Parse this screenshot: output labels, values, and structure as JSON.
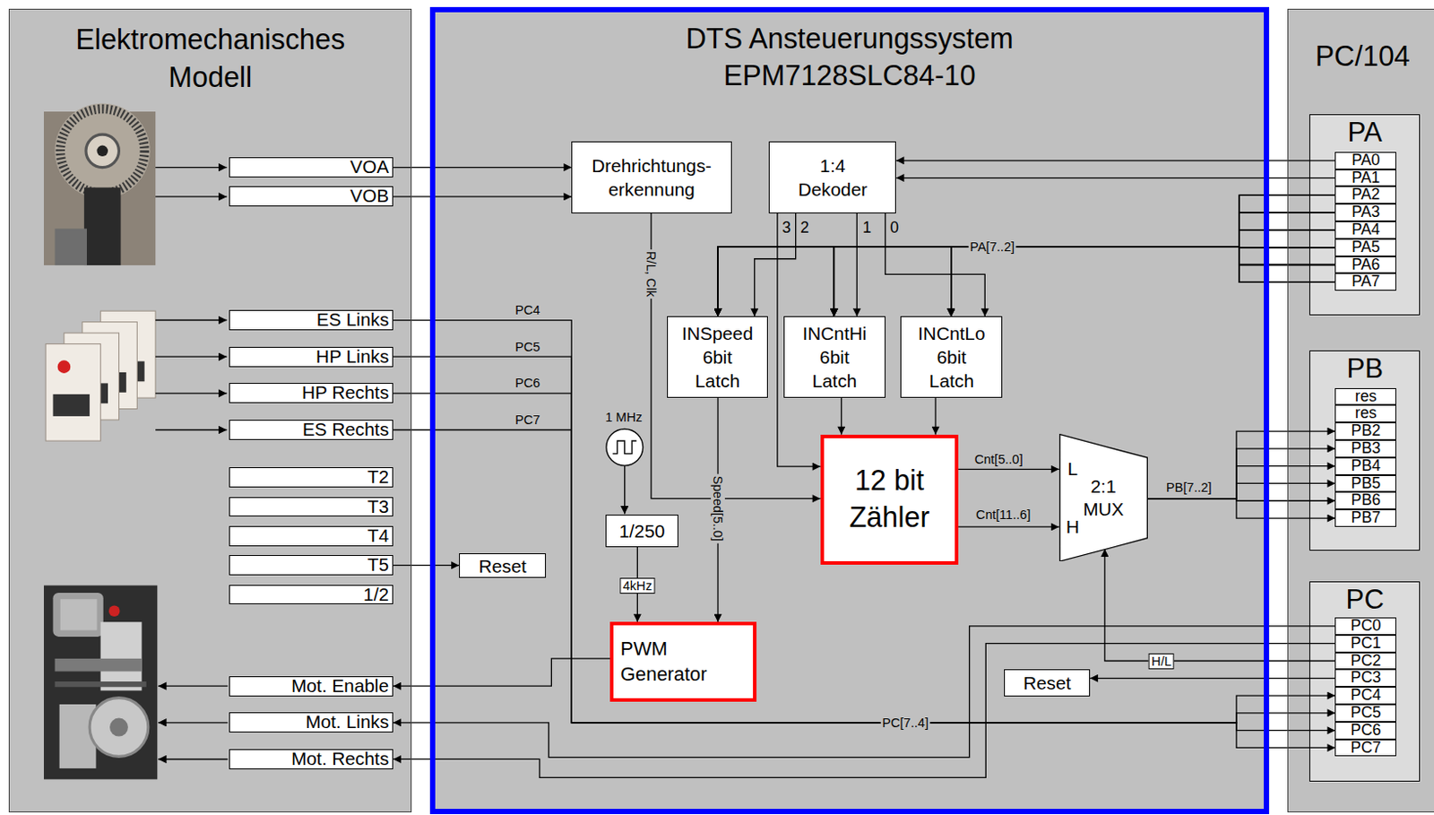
{
  "diagram": {
    "nodes": [
      {
        "text": [
          "Elektromechanisches Modell"
        ]
      },
      {
        "text": [
          "VOA"
        ],
        "in": 0
      },
      {
        "text": [
          "VOB"
        ],
        "in": 0
      },
      {
        "text": [
          "ES Links"
        ],
        "in": 0
      },
      {
        "text": [
          "HP Links"
        ],
        "in": 0
      },
      {
        "text": [
          "HP Rechts"
        ],
        "in": 0
      },
      {
        "text": [
          "ES Rechts"
        ],
        "in": 0
      },
      {
        "text": [
          "T2"
        ],
        "in": 0
      },
      {
        "text": [
          "T3"
        ],
        "in": 0
      },
      {
        "text": [
          "T4"
        ],
        "in": 0
      },
      {
        "text": [
          "T5"
        ],
        "in": 0
      },
      {
        "text": [
          "1/2"
        ],
        "in": 0
      },
      {
        "text": [
          "Mot. Enable"
        ],
        "in": 0
      },
      {
        "text": [
          "Mot. Links"
        ],
        "in": 0
      },
      {
        "text": [
          "Mot. Rechts"
        ],
        "in": 0
      },
      {
        "text": [
          "DTS Ansteuerungssystem",
          "EPM7128SLC84-10"
        ]
      },
      {
        "text": [
          "Drehrichtungs- erkennung"
        ],
        "in": 15
      },
      {
        "text": [
          "1:4 Dekoder"
        ],
        "in": 15
      },
      {
        "text": [
          "INSpeed 6bit Latch"
        ],
        "in": 15
      },
      {
        "text": [
          "INCntHi 6bit Latch"
        ],
        "in": 15
      },
      {
        "text": [
          "INCntLo 6bit Latch"
        ],
        "in": 15
      },
      {
        "text": [
          "1/250"
        ],
        "in": 15
      },
      {
        "text": [
          "12 bit Zähler"
        ],
        "in": 15
      },
      {
        "text": [
          "2:1 MUX"
        ],
        "in": 15
      },
      {
        "text": [
          "PWM Generator"
        ],
        "in": 15
      },
      {
        "text": [
          "Reset"
        ],
        "in": 15
      },
      {
        "text": [
          "Reset"
        ],
        "in": 15
      },
      {
        "text": [
          "PC/104"
        ]
      },
      {
        "text": [
          "PA"
        ],
        "in": 27
      },
      {
        "text": [
          "PA0"
        ],
        "in": 28
      },
      {
        "text": [
          "PA1"
        ],
        "in": 28
      },
      {
        "text": [
          "PA2"
        ],
        "in": 28
      },
      {
        "text": [
          "PA3"
        ],
        "in": 28
      },
      {
        "text": [
          "PA4"
        ],
        "in": 28
      },
      {
        "text": [
          "PA5"
        ],
        "in": 28
      },
      {
        "text": [
          "PA6"
        ],
        "in": 28
      },
      {
        "text": [
          "PA7"
        ],
        "in": 28
      },
      {
        "text": [
          "PB"
        ],
        "in": 27
      },
      {
        "text": [
          "res"
        ],
        "in": 37
      },
      {
        "text": [
          "res"
        ],
        "in": 37
      },
      {
        "text": [
          "PB2"
        ],
        "in": 37
      },
      {
        "text": [
          "PB3"
        ],
        "in": 37
      },
      {
        "text": [
          "PB4"
        ],
        "in": 37
      },
      {
        "text": [
          "PB5"
        ],
        "in": 37
      },
      {
        "text": [
          "PB6"
        ],
        "in": 37
      },
      {
        "text": [
          "PB7"
        ],
        "in": 37
      },
      {
        "text": [
          "PC"
        ],
        "in": 27
      },
      {
        "text": [
          "PC0"
        ],
        "in": 46
      },
      {
        "text": [
          "PC1"
        ],
        "in": 46
      },
      {
        "text": [
          "PC2"
        ],
        "in": 46
      },
      {
        "text": [
          "PC3"
        ],
        "in": 46
      },
      {
        "text": [
          "PC4"
        ],
        "in": 46
      },
      {
        "text": [
          "PC5"
        ],
        "in": 46
      },
      {
        "text": [
          "PC6"
        ],
        "in": 46
      },
      {
        "text": [
          "PC7"
        ],
        "in": 46
      }
    ],
    "edges": [
      {
        "from": 1,
        "to": 16,
        "arrow": "to"
      },
      {
        "from": 2,
        "to": 16,
        "arrow": "to"
      },
      {
        "from": 3,
        "to": 51,
        "label": "PC4",
        "arrow": "to"
      },
      {
        "from": 4,
        "to": 52,
        "label": "PC5",
        "arrow": "to"
      },
      {
        "from": 5,
        "to": 53,
        "label": "PC6",
        "arrow": "to"
      },
      {
        "from": 6,
        "to": 54,
        "label": "PC7",
        "arrow": "to"
      },
      {
        "from": 10,
        "to": 25,
        "arrow": "to"
      },
      {
        "from": 24,
        "to": 12,
        "arrow": "to"
      },
      {
        "from": 47,
        "to": 13,
        "arrow": "to"
      },
      {
        "from": 48,
        "to": 14,
        "arrow": "to"
      },
      {
        "from": 29,
        "to": 17,
        "arrow": "to"
      },
      {
        "from": 30,
        "to": 17,
        "arrow": "to"
      },
      {
        "from": 17,
        "to": 22,
        "arrow": "to"
      },
      {
        "from": 17,
        "to": 18,
        "arrow": "to"
      },
      {
        "from": 17,
        "to": 19,
        "arrow": "to"
      },
      {
        "from": 17,
        "to": 20,
        "arrow": "to"
      },
      {
        "from": 31,
        "to": 18,
        "arrow": "to"
      },
      {
        "from": 31,
        "to": 19,
        "arrow": "to"
      },
      {
        "from": 31,
        "to": 20,
        "arrow": "to"
      },
      {
        "from": 32,
        "to": 18,
        "arrow": "to"
      },
      {
        "from": 32,
        "to": 19,
        "arrow": "to"
      },
      {
        "from": 32,
        "to": 20,
        "arrow": "to"
      },
      {
        "from": 33,
        "to": 18,
        "arrow": "to"
      },
      {
        "from": 33,
        "to": 19,
        "arrow": "to"
      },
      {
        "from": 33,
        "to": 20,
        "arrow": "to"
      },
      {
        "from": 34,
        "to": 18,
        "arrow": "to"
      },
      {
        "from": 34,
        "to": 19,
        "arrow": "to"
      },
      {
        "from": 34,
        "to": 20,
        "arrow": "to"
      },
      {
        "from": 35,
        "to": 18,
        "arrow": "to"
      },
      {
        "from": 35,
        "to": 19,
        "arrow": "to"
      },
      {
        "from": 35,
        "to": 20,
        "arrow": "to"
      },
      {
        "from": 36,
        "to": 18,
        "arrow": "to"
      },
      {
        "from": 36,
        "to": 19,
        "arrow": "to"
      },
      {
        "from": 36,
        "to": 20,
        "arrow": "to"
      },
      {
        "from": 16,
        "to": 22,
        "label": "R/L, Clk",
        "arrow": "to"
      },
      {
        "from": 18,
        "to": 24,
        "label": "Speed[5..0]",
        "arrow": "to"
      },
      {
        "from": 19,
        "to": 22,
        "arrow": "to"
      },
      {
        "from": 20,
        "to": 22,
        "arrow": "to"
      },
      {
        "from": 21,
        "to": 24,
        "label": "4kHz",
        "arrow": "to"
      },
      {
        "from": 22,
        "to": 23,
        "label": "Cnt[5..0]",
        "arrow": "to"
      },
      {
        "from": 22,
        "to": 23,
        "label": "Cnt[11..6]",
        "arrow": "to"
      },
      {
        "from": 23,
        "to": 40,
        "arrow": "to"
      },
      {
        "from": 23,
        "to": 41,
        "arrow": "to"
      },
      {
        "from": 23,
        "to": 42,
        "arrow": "to"
      },
      {
        "from": 23,
        "to": 43,
        "arrow": "to"
      },
      {
        "from": 23,
        "to": 44,
        "arrow": "to"
      },
      {
        "from": 23,
        "to": 45,
        "arrow": "to"
      },
      {
        "from": 49,
        "to": 23,
        "label": "H/L",
        "arrow": "to"
      },
      {
        "from": 50,
        "to": 26,
        "arrow": "to"
      }
    ],
    "labels": [
      "1 MHz",
      "3",
      "2",
      "1",
      "0",
      "PA[7..2]",
      "L",
      "H",
      "PB[7..2]",
      "PC[7..4]"
    ]
  }
}
